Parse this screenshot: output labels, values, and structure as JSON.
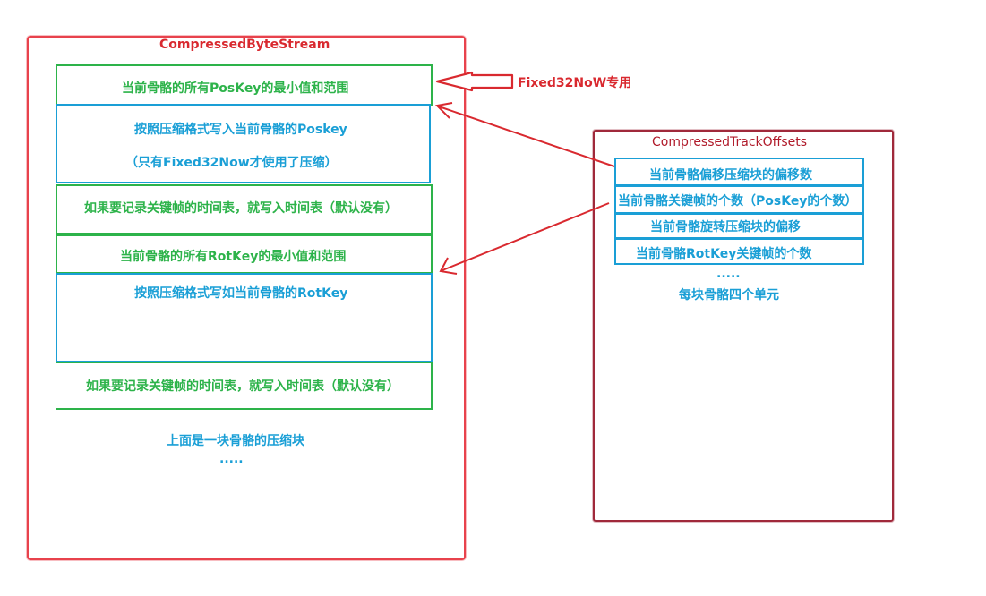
{
  "left_panel": {
    "title": "CompressedByteStream",
    "rows": [
      "当前骨骼的所有PosKey的最小值和范围",
      "按照压缩格式写入当前骨骼的Poskey",
      "（只有Fixed32Now才使用了压缩）",
      "如果要记录关键帧的时间表，就写入时间表（默认没有）",
      "当前骨骼的所有RotKey的最小值和范围",
      "按照压缩格式写如当前骨骼的RotKey",
      "如果要记录关键帧的时间表，就写入时间表（默认没有）"
    ],
    "footer": "上面是一块骨骼的压缩块",
    "ellipsis": "....."
  },
  "annotation": "Fixed32NoW专用",
  "right_panel": {
    "title": "CompressedTrackOffsets",
    "rows": [
      "当前骨骼偏移压缩块的偏移数",
      "当前骨骼关键帧的个数（PosKey的个数）",
      "当前骨骼旋转压缩块的偏移",
      "当前骨骼RotKey关键帧的个数"
    ],
    "ellipsis": ".....",
    "footer": "每块骨骼四个单元"
  },
  "colors": {
    "outer_left_border": "#e8424c",
    "outer_right_border": "#a0293b",
    "green": "#2db34a",
    "blue": "#1a9fd6",
    "arrow_red": "#d9292f"
  }
}
